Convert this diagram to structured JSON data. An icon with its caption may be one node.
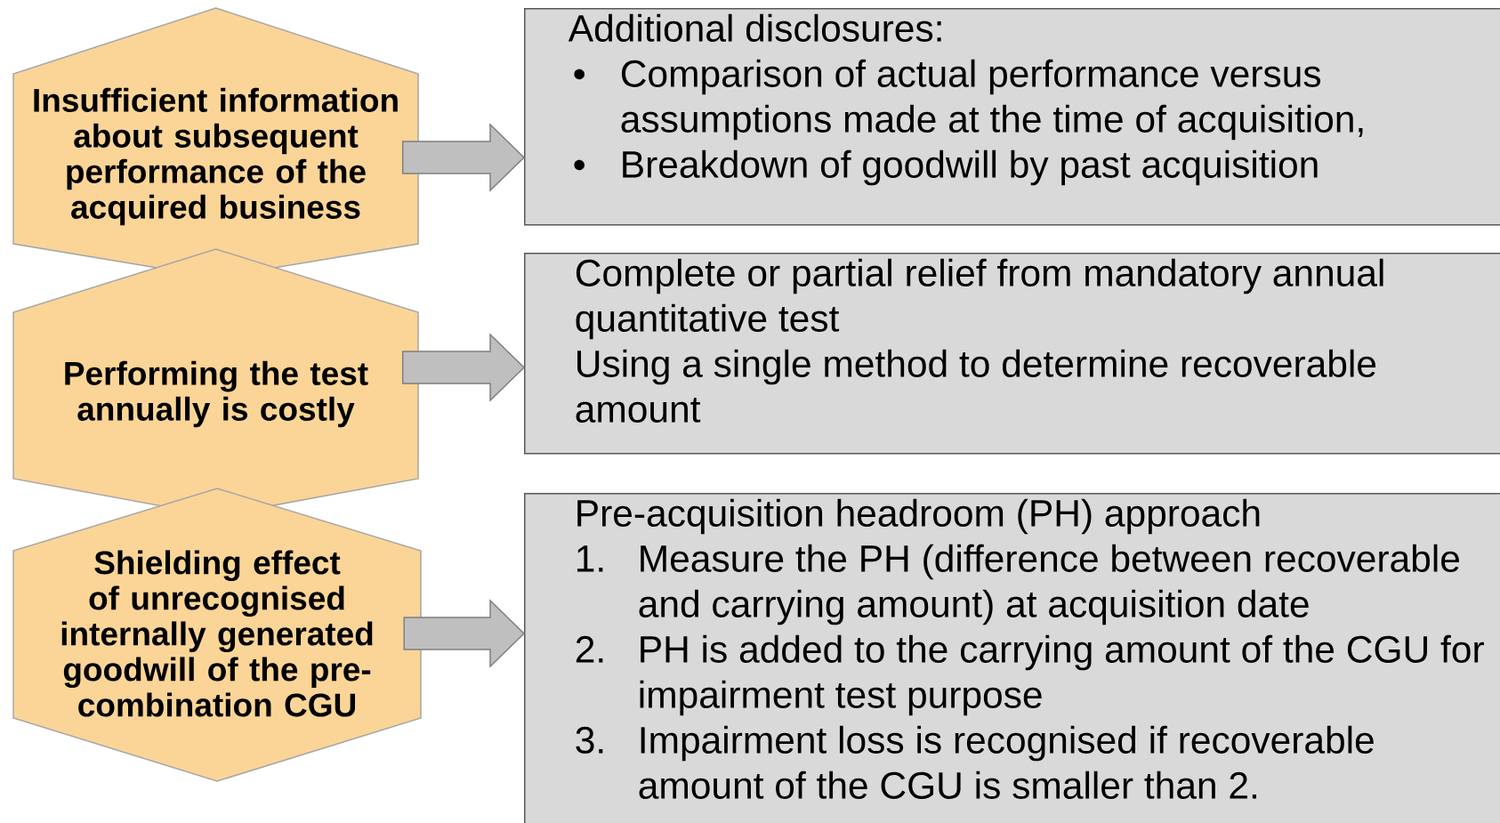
{
  "diagram": {
    "nodes": [
      {
        "text": [
          "Insufficient information about subsequent performance of the acquired business"
        ]
      },
      {
        "text": [
          "Performing the test annually is costly"
        ]
      },
      {
        "text": [
          "Shielding effect of unrecognised internally generated goodwill of the pre-combination CGU"
        ]
      },
      {
        "text": [
          "Additional disclosures:",
          "•",
          "Comparison of actual performance versus assumptions made at the time of acquisition,",
          "•",
          "Breakdown of goodwill by past acquisition"
        ]
      },
      {
        "text": [
          "Complete or partial relief from mandatory annual quantitative test",
          "Using a single method to determine recoverable amount"
        ]
      },
      {
        "text": [
          "Pre-acquisition headroom (PH) approach",
          "1.",
          "Measure the PH (difference between recoverable and carrying amount) at acquisition date",
          "2.",
          "PH is added to the carrying amount of the CGU for impairment test purpose",
          "3.",
          "Impairment loss is recognised if recoverable amount of the CGU is smaller than 2."
        ]
      }
    ],
    "edges": [
      {
        "from": 0,
        "to": 3,
        "arrow": "to"
      },
      {
        "from": 1,
        "to": 4,
        "arrow": "to"
      },
      {
        "from": 2,
        "to": 5,
        "arrow": "to"
      }
    ]
  }
}
